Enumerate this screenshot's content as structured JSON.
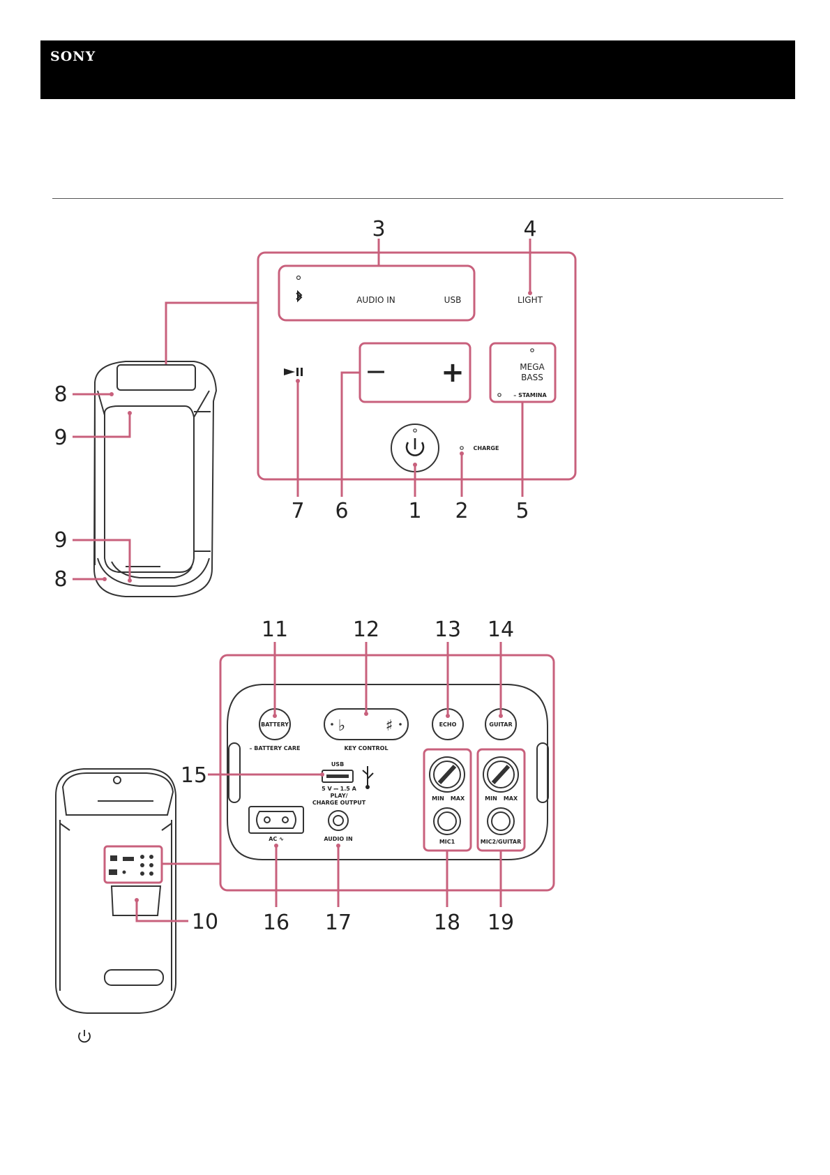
{
  "header": {
    "brand": "SONY"
  },
  "diagram": {
    "callouts": {
      "c1": "1",
      "c2": "2",
      "c3": "3",
      "c4": "4",
      "c5": "5",
      "c6": "6",
      "c7": "7",
      "c8a": "8",
      "c8b": "8",
      "c9a": "9",
      "c9b": "9",
      "c10": "10",
      "c11": "11",
      "c12": "12",
      "c13": "13",
      "c14": "14",
      "c15": "15",
      "c16": "16",
      "c17": "17",
      "c18": "18",
      "c19": "19"
    },
    "top_panel": {
      "audio_in": "AUDIO IN",
      "usb": "USB",
      "light": "LIGHT",
      "minus": "−",
      "plus": "+",
      "mega": "MEGA",
      "bass": "BASS",
      "stamina": "– STAMINA",
      "charge": "CHARGE"
    },
    "rear_panel": {
      "battery": "BATTERY",
      "battery_care": "– BATTERY CARE",
      "flat": "♭",
      "sharp": "♯",
      "key_control": "KEY CONTROL",
      "echo": "ECHO",
      "guitar": "GUITAR",
      "usb": "USB",
      "usb_rating": "5 V ⎓ 1.5 A",
      "play_charge_1": "PLAY/",
      "play_charge_2": "CHARGE OUTPUT",
      "ac": "AC ∿",
      "audio_in": "AUDIO IN",
      "min1": "MIN",
      "max1": "MAX",
      "min2": "MIN",
      "max2": "MAX",
      "mic1": "MIC1",
      "mic2_guitar": "MIC2/GUITAR"
    }
  },
  "colors": {
    "accent": "#c8607c",
    "header_bg": "#000000"
  },
  "icons": {
    "power": "power-icon",
    "bluetooth": "bluetooth-icon",
    "play_pause": "play-pause-icon",
    "usb_symbol": "usb-icon"
  }
}
